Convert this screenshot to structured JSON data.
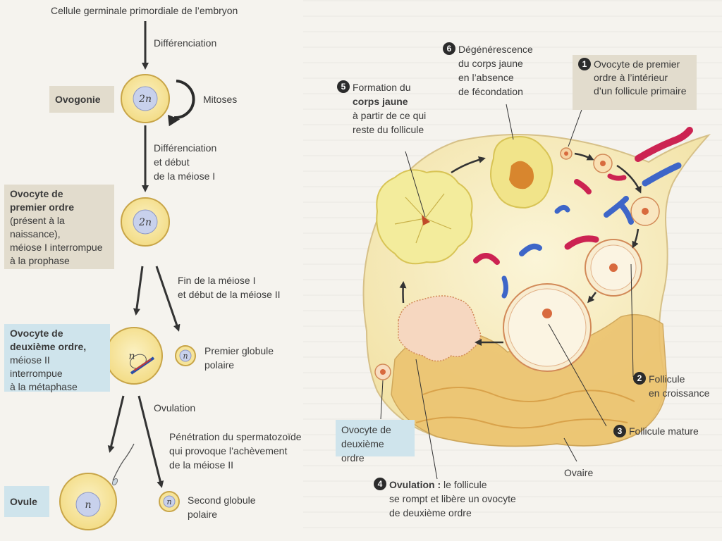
{
  "left": {
    "top_title": "Cellule germinale primordiale de l’embryon",
    "diff1": "Différenciation",
    "ovogonie": "Ovogonie",
    "cell_2n_a": "2n",
    "mitoses": "Mitoses",
    "diff2": [
      "Différenciation",
      "et début",
      "de la méiose I"
    ],
    "ovocyte1": {
      "title1": "Ovocyte de",
      "title2": "premier ordre",
      "desc": [
        "(présent à la naissance),",
        "méiose I interrompue",
        "à la prophase"
      ]
    },
    "cell_2n_b": "2n",
    "fin_meiose": [
      "Fin de la méiose I",
      "et début de la méiose II"
    ],
    "ovocyte2": {
      "title1": "Ovocyte de",
      "title2": "deuxième ordre,",
      "desc": [
        "méiose II interrompue",
        "à la métaphase"
      ]
    },
    "cell_n_a": "n",
    "premier_globule": [
      "Premier globule",
      "polaire"
    ],
    "globule_n_1": "n",
    "ovulation": "Ovulation",
    "penetration": [
      "Pénétration du spermatozoïde",
      "qui provoque l’achèvement",
      "de la méiose II"
    ],
    "ovule": "Ovule",
    "cell_n_b": "n",
    "second_globule": [
      "Second globule",
      "polaire"
    ],
    "globule_n_2": "n"
  },
  "right": {
    "step1": {
      "num": "1",
      "text": [
        "Ovocyte de premier",
        "ordre à l’intérieur",
        "d’un follicule primaire"
      ]
    },
    "step2": {
      "num": "2",
      "text": [
        "Follicule",
        "en croissance"
      ]
    },
    "step3": {
      "num": "3",
      "text": [
        "Follicule mature"
      ]
    },
    "step4": {
      "num": "4",
      "bold": "Ovulation :",
      "text": [
        " le follicule",
        "se rompt et libère un ovocyte",
        "de deuxième ordre"
      ]
    },
    "step5": {
      "num": "5",
      "text1": "Formation du",
      "bold": "corps jaune",
      "text2": [
        "à partir de ce qui",
        "reste du follicule"
      ]
    },
    "step6": {
      "num": "6",
      "text": [
        "Dégénérescence",
        "du corps jaune",
        "en l’absence",
        "de fécondation"
      ]
    },
    "ovocyte_box": [
      "Ovocyte de",
      "deuxième ordre"
    ],
    "ovaire": "Ovaire"
  },
  "colors": {
    "cell_fill": "#f6e49a",
    "cell_stroke": "#caa646",
    "nucleus": "#c9d2ec",
    "corpus_luteum": "#f3ec9c",
    "ovary": "#f6eec0",
    "vessel_red": "#cc2352",
    "vessel_blue": "#3e66c8",
    "arrow": "#333333"
  }
}
